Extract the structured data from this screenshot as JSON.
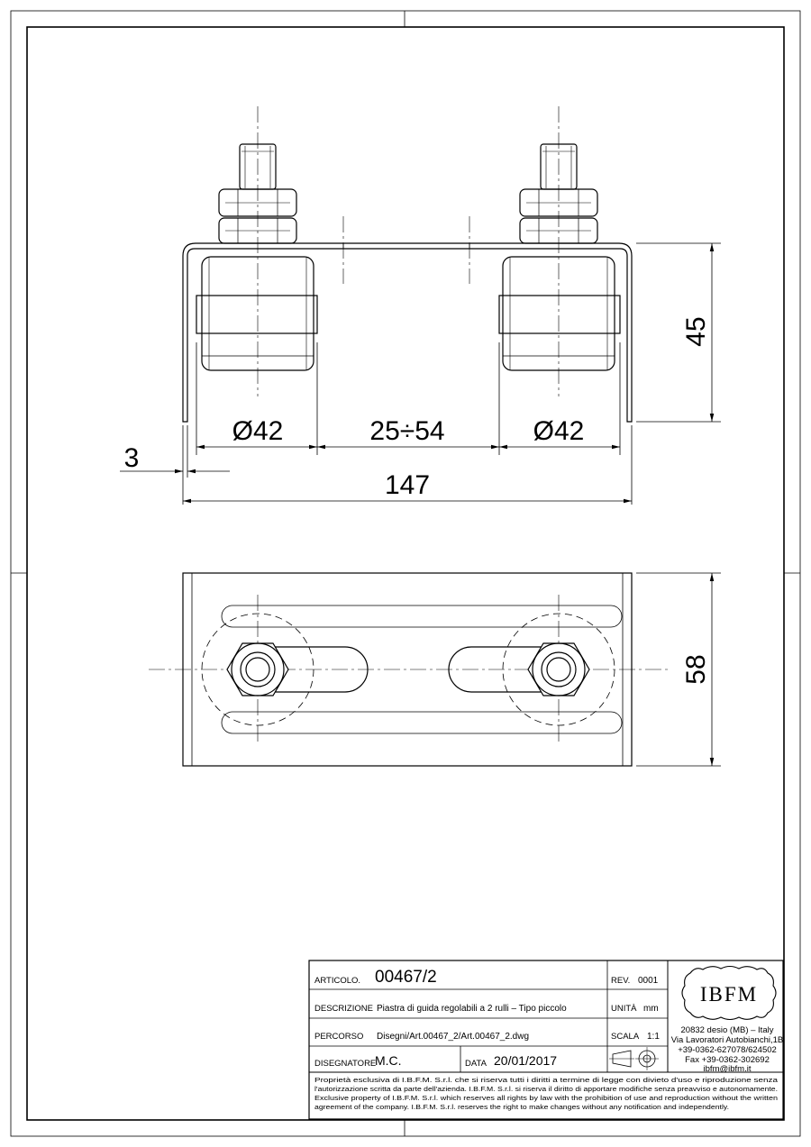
{
  "dimensions": {
    "diam_left": "Ø42",
    "range": "25÷54",
    "diam_right": "Ø42",
    "thickness": "3",
    "overall_width": "147",
    "height": "45",
    "plate_width": "58"
  },
  "title_block": {
    "articolo_label": "ARTICOLO.",
    "articolo_value": "00467/2",
    "rev_label": "REV.",
    "rev_value": "0001",
    "descrizione_label": "DESCRIZIONE",
    "descrizione_value": "Piastra di guida regolabili a 2 rulli – Tipo piccolo",
    "unita_label": "UNITÀ",
    "unita_value": "mm",
    "percorso_label": "PERCORSO",
    "percorso_value": "Disegni/Art.00467_2/Art.00467_2.dwg",
    "scala_label": "SCALA",
    "scala_value": "1:1",
    "disegnatore_label": "DISEGNATORE",
    "disegnatore_value": "M.C.",
    "data_label": "DATA",
    "data_value": "20/01/2017",
    "projection_symbol": "first-angle-projection-icon"
  },
  "company": {
    "logo": "IBFM",
    "address_line1": "20832 desio (MB) – Italy",
    "address_line2": "Via Lavoratori Autobianchi,1B",
    "phone": "+39-0362-627078/624502",
    "fax": "Fax +39-0362-302692",
    "email": "ibfm@ibfm.it"
  },
  "disclaimer": [
    "Proprietà esclusiva di I.B.F.M. S.r.l. che si riserva tutti i diritti a termine di legge con divieto d'uso e riproduzione senza",
    "l'autorizzazione scritta da parte dell'azienda. I.B.F.M. S.r.l. si riserva il diritto di apportare modifiche senza preavviso e autonomamente.",
    "Exclusive property of I.B.F.M. S.r.l. which reserves all rights by law with the prohibition of use and reproduction without the written",
    "agreement of the company. I.B.F.M. S.r.l. reserves the right to make changes without any notification and independently."
  ]
}
